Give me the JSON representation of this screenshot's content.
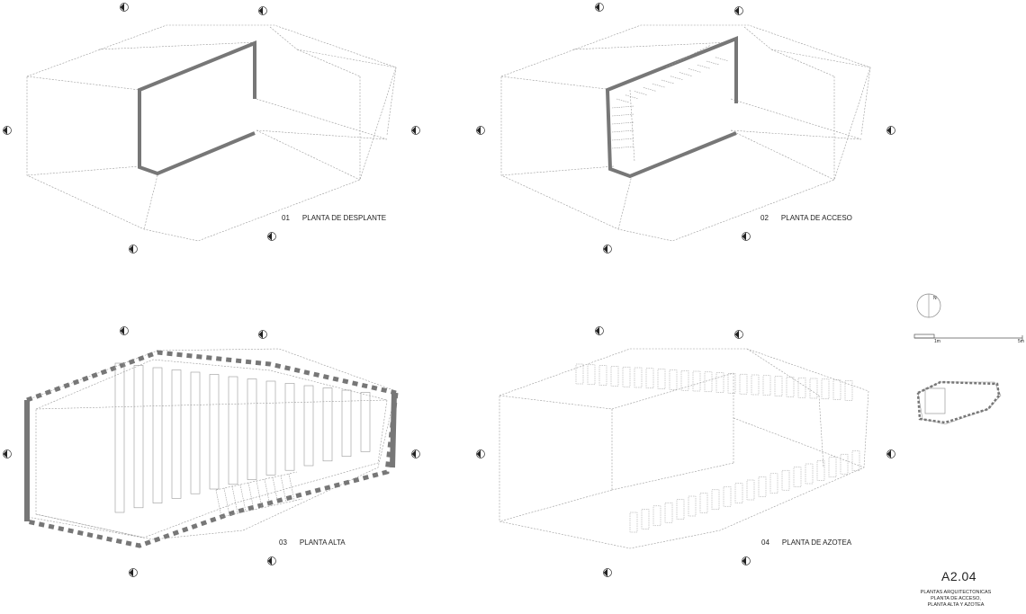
{
  "plans": [
    {
      "number": "01",
      "title": "PLANTA DE DESPLANTE"
    },
    {
      "number": "02",
      "title": "PLANTA DE ACCESO"
    },
    {
      "number": "03",
      "title": "PLANTA ALTA"
    },
    {
      "number": "04",
      "title": "PLANTA DE AZOTEA"
    }
  ],
  "north_arrow": {
    "label": "N",
    "icon": "north-arrow-icon"
  },
  "scale_bar": {
    "mark_1": "1m",
    "mark_2": "5m"
  },
  "sheet": {
    "number": "A2.04",
    "description_lines": [
      "PLANTAS ARQUITECTONICAS",
      "PLANTA DE ACCESO,",
      "PLANTA ALTA Y AZOTEA"
    ]
  },
  "colors": {
    "wall": "#777777",
    "line": "#9a9a9a",
    "ink": "#222222"
  }
}
